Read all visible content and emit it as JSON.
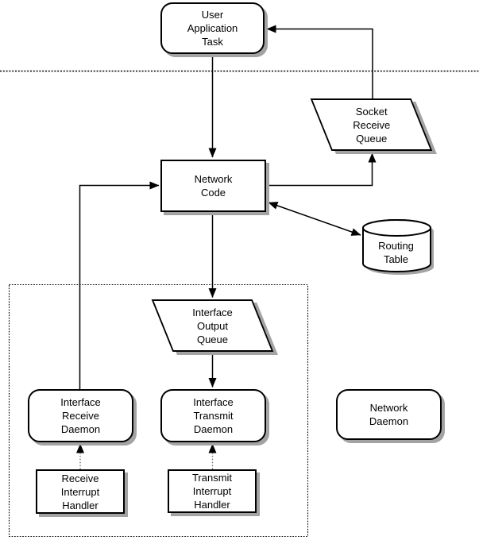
{
  "diagram": {
    "colors": {
      "stroke": "#000000",
      "fill": "#ffffff",
      "shadow": "#a3a3a3"
    },
    "nodes": {
      "user_application_task": {
        "label": "User\nApplication\nTask",
        "shape": "rounded-rectangle"
      },
      "socket_receive_queue": {
        "label": "Socket\nReceive\nQueue",
        "shape": "parallelogram"
      },
      "network_code": {
        "label": "Network\nCode",
        "shape": "rectangle"
      },
      "routing_table": {
        "label": "Routing\nTable",
        "shape": "cylinder"
      },
      "interface_output_queue": {
        "label": "Interface\nOutput\nQueue",
        "shape": "parallelogram"
      },
      "interface_receive_daemon": {
        "label": "Interface\nReceive\nDaemon",
        "shape": "rounded-rectangle"
      },
      "interface_transmit_daemon": {
        "label": "Interface\nTransmit\nDaemon",
        "shape": "rounded-rectangle"
      },
      "network_daemon": {
        "label": "Network\nDaemon",
        "shape": "rounded-rectangle"
      },
      "receive_interrupt_handler": {
        "label": "Receive\nInterrupt\nHandler",
        "shape": "rectangle"
      },
      "transmit_interrupt_handler": {
        "label": "Transmit\nInterrupt\nHandler",
        "shape": "rectangle"
      }
    },
    "edges": [
      {
        "from": "user_application_task",
        "to": "network_code",
        "style": "solid"
      },
      {
        "from": "network_code",
        "to": "socket_receive_queue",
        "style": "solid"
      },
      {
        "from": "socket_receive_queue",
        "to": "user_application_task",
        "style": "solid"
      },
      {
        "from": "network_code",
        "to": "routing_table",
        "style": "solid",
        "bidirectional": true
      },
      {
        "from": "network_code",
        "to": "interface_output_queue",
        "style": "solid"
      },
      {
        "from": "interface_output_queue",
        "to": "interface_transmit_daemon",
        "style": "solid"
      },
      {
        "from": "interface_receive_daemon",
        "to": "network_code",
        "style": "solid"
      },
      {
        "from": "receive_interrupt_handler",
        "to": "interface_receive_daemon",
        "style": "dotted"
      },
      {
        "from": "transmit_interrupt_handler",
        "to": "interface_transmit_daemon",
        "style": "dotted"
      }
    ],
    "boundaries": [
      {
        "name": "horizontal-dotted-separator",
        "style": "dotted-line"
      },
      {
        "name": "driver-dotted-enclosure",
        "style": "dotted-box"
      }
    ]
  }
}
